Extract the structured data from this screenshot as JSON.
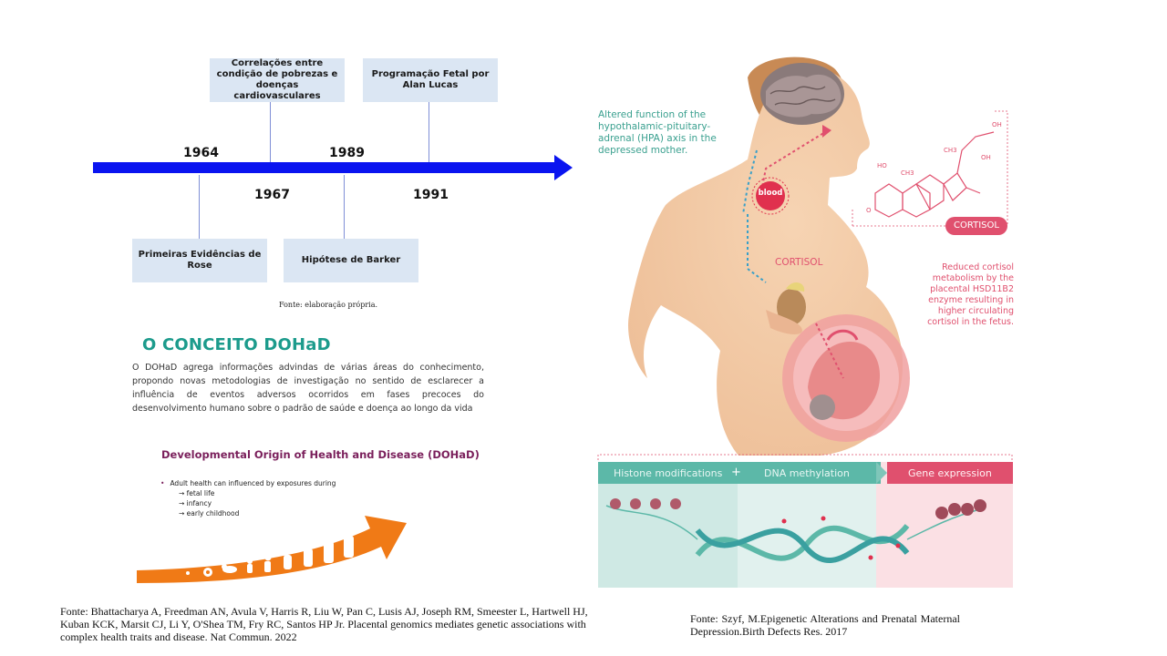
{
  "timeline": {
    "boxes_top": [
      {
        "text": "Correlações entre condição de pobrezas e doenças cardiovasculares"
      },
      {
        "text": "Programação Fetal por Alan Lucas"
      }
    ],
    "boxes_bottom": [
      {
        "text": "Primeiras Evidências de Rose"
      },
      {
        "text": "Hipótese de Barker"
      }
    ],
    "years": {
      "y1964": "1964",
      "y1967": "1967",
      "y1989": "1989",
      "y1991": "1991"
    },
    "source": "Fonte: elaboração própria.",
    "colors": {
      "arrow": "#0a14f0",
      "box": "#dbe6f3"
    }
  },
  "concept": {
    "title": "O CONCEITO DOHaD",
    "paragraph": "O DOHaD agrega informações advindas de várias áreas do conhecimento, propondo novas metodologias de investigação no sentido de esclarecer a influência de eventos adversos ocorridos em fases precoces do desenvolvimento humano sobre o padrão de saúde e doença ao longo da vida"
  },
  "dohad_figure": {
    "title": "Developmental Origin of Health and Disease (DOHaD)",
    "bullet": "Adult health can influenced by exposures during",
    "sub_items": [
      "→ fetal life",
      "→ infancy",
      "→ early childhood"
    ],
    "colors": {
      "arrow": "#f07a16"
    }
  },
  "maternal_figure": {
    "hpa_text": "Altered function of the hypothalamic-pituitary-adrenal (HPA) axis in the depressed mother.",
    "blood_label": "blood",
    "cortisol_label": "CORTISOL",
    "cortisol_badge": "CORTISOL",
    "reduced_text": "Reduced cortisol metabolism by the placental HSD11B2 enzyme resulting in higher circulating cortisol in the fetus.",
    "molecule_labels": {
      "oh1": "OH",
      "oh2": "OH",
      "ho": "HO",
      "ch3a": "CH3",
      "ch3b": "CH3",
      "o": "O"
    },
    "bands": [
      "Histone modifications",
      "DNA methylation",
      "Gene expression"
    ],
    "plus": "+",
    "colors": {
      "teal": "#5cb8a8",
      "pink": "#e0506e",
      "skin": "#f2c9a4"
    }
  },
  "sources": {
    "left": "Fonte: Bhattacharya A, Freedman AN, Avula V, Harris R, Liu W, Pan C, Lusis AJ, Joseph RM, Smeester L, Hartwell HJ, Kuban KCK, Marsit CJ, Li Y, O'Shea TM, Fry RC, Santos HP Jr. Placental genomics mediates genetic associations with complex health traits and disease. Nat Commun. 2022",
    "right": "Fonte: Szyf, M.Epigenetic Alterations and Prenatal Maternal Depression.Birth Defects Res. 2017"
  }
}
